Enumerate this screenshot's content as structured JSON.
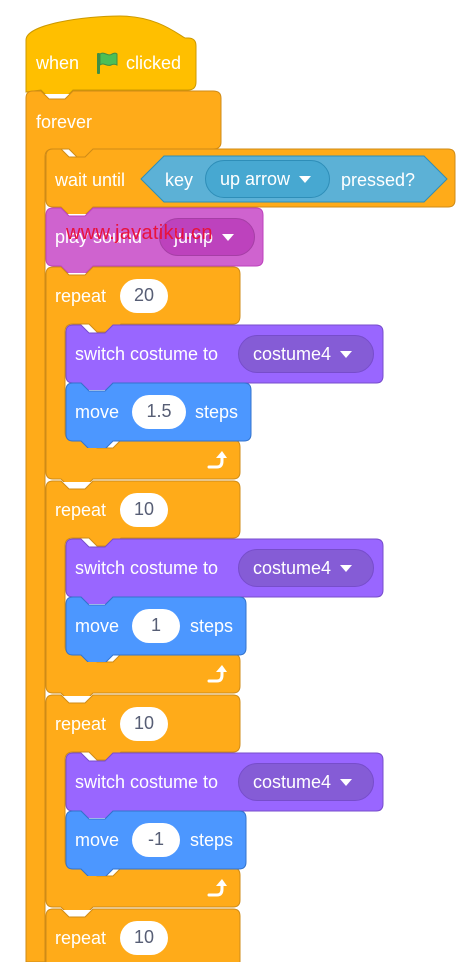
{
  "colors": {
    "control": "#ffab19",
    "control_border": "#cf8b17",
    "events": "#ffbf00",
    "sensing": "#5cb1d6",
    "sensing_dark": "#47a8d1",
    "looks": "#9966ff",
    "looks_dark": "#855cd6",
    "sound": "#cf63cf",
    "sound_dark": "#bd42bd",
    "motion": "#4c97ff",
    "flag": "#4cbf56",
    "watermark": "#e8123c"
  },
  "hat": {
    "when": "when",
    "flag_icon": "green-flag-icon",
    "clicked": "clicked"
  },
  "forever": {
    "label": "forever"
  },
  "wait_until": {
    "label": "wait until",
    "key_label": "key",
    "key_value": "up arrow",
    "pressed_label": "pressed?"
  },
  "play_sound": {
    "label": "play sound",
    "value": "jump"
  },
  "watermark": "www.javatiku.cn",
  "loops": [
    {
      "repeat_label": "repeat",
      "count": "20",
      "costume_label": "switch costume to",
      "costume_value": "costume4",
      "move_label": "move",
      "move_value": "1.5",
      "steps_label": "steps"
    },
    {
      "repeat_label": "repeat",
      "count": "10",
      "costume_label": "switch costume to",
      "costume_value": "costume4",
      "move_label": "move",
      "move_value": "1",
      "steps_label": "steps"
    },
    {
      "repeat_label": "repeat",
      "count": "10",
      "costume_label": "switch costume to",
      "costume_value": "costume4",
      "move_label": "move",
      "move_value": "-1",
      "steps_label": "steps"
    },
    {
      "repeat_label": "repeat",
      "count": "10"
    }
  ]
}
